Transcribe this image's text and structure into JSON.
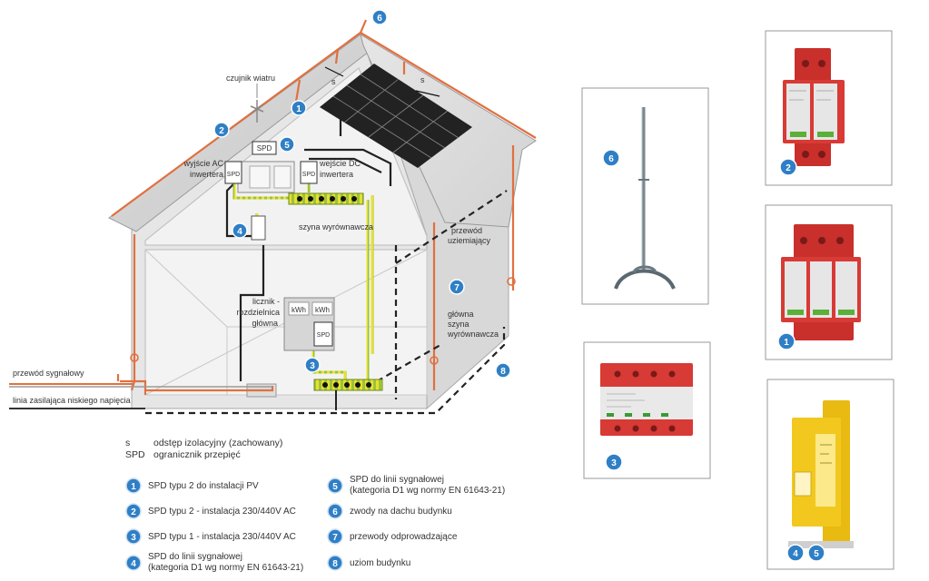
{
  "house": {
    "labels": {
      "wind_sensor": "czujnik wiatru",
      "ac_output_1": "wyjście AC",
      "ac_output_2": "inwertera",
      "dc_input_1": "wejście DC",
      "dc_input_2": "inwertera",
      "spd_box": "SPD",
      "spd_small": "SPD",
      "equipotential_bar": "szyna wyrównawcza",
      "earth_wire_1": "przewód",
      "earth_wire_2": "uziemiający",
      "meter_1": "licznik -",
      "meter_2": "rozdzielnica",
      "meter_3": "główna",
      "kwh": "kWh",
      "main_bar_1": "główna",
      "main_bar_2": "szyna",
      "main_bar_3": "wyrównawcza",
      "signal_line": "przewód sygnałowy",
      "power_line": "linia zasilająca niskiego napięcia",
      "distance": "s"
    },
    "numbers": [
      "1",
      "2",
      "3",
      "4",
      "5",
      "6",
      "7",
      "8"
    ]
  },
  "abbreviations": [
    {
      "key": "s",
      "desc": "odstęp izolacyjny (zachowany)"
    },
    {
      "key": "SPD",
      "desc": "ogranicznik przepięć"
    }
  ],
  "legend": [
    {
      "num": "1",
      "text": "SPD typu 2 do instalacji PV"
    },
    {
      "num": "2",
      "text": "SPD typu 2 - instalacja 230/440V AC"
    },
    {
      "num": "3",
      "text": "SPD typu 1 - instalacja 230/440V AC"
    },
    {
      "num": "4",
      "text": "SPD do linii sygnałowej",
      "text2": "(kategoria D1 wg normy EN 61643-21)"
    },
    {
      "num": "5",
      "text": "SPD do linii sygnałowej",
      "text2": "(kategoria D1 wg normy EN 61643-21)"
    },
    {
      "num": "6",
      "text": "zwody na dachu budynku"
    },
    {
      "num": "7",
      "text": "przewody odprowadzające"
    },
    {
      "num": "8",
      "text": "uziom budynku"
    }
  ],
  "product_badges": {
    "rod": "6",
    "spd2": "2",
    "spd1": "1",
    "spd3": "3",
    "spd4": "4",
    "spd5": "5"
  },
  "colors": {
    "badge": "#2f7fc6",
    "lightning": "#e07040",
    "spd_red": "#d83a35",
    "spd_yellow": "#f2c81e",
    "wall": "#e8e8e8",
    "earth_green": "#9cc33b"
  }
}
